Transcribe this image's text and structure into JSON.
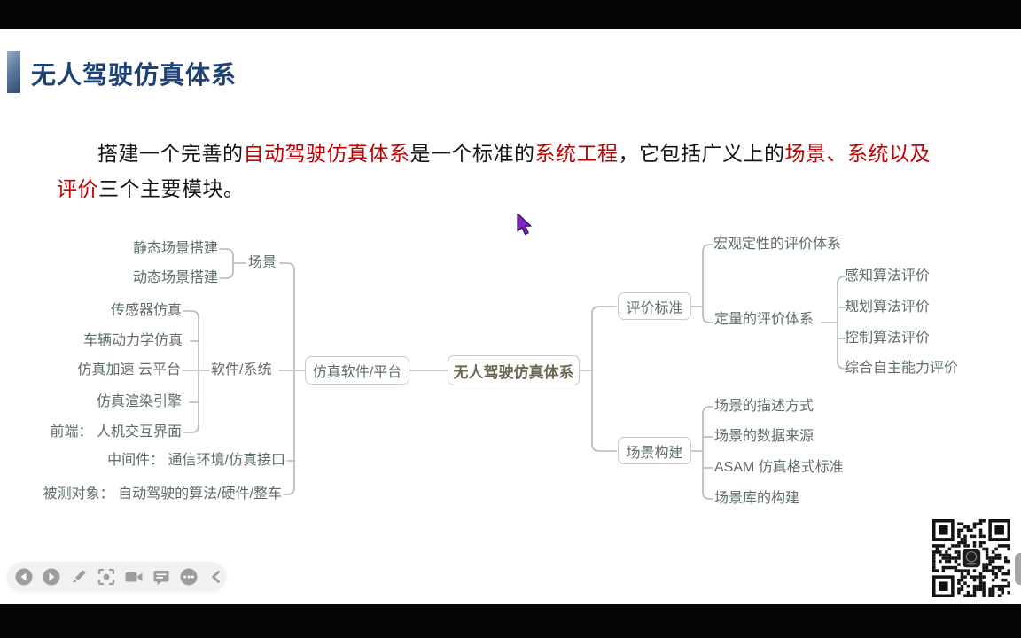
{
  "slide": {
    "title": "无人驾驶仿真体系",
    "intro_segments": [
      {
        "text": "搭建一个完善的",
        "emphasis": false
      },
      {
        "text": "自动驾驶仿真体系",
        "emphasis": true
      },
      {
        "text": "是一个标准的",
        "emphasis": false
      },
      {
        "text": "系统工程",
        "emphasis": true
      },
      {
        "text": "，它包括广义上的",
        "emphasis": false
      },
      {
        "text": "场景、系统以及评价",
        "emphasis": true
      },
      {
        "text": "三个主要模块。",
        "emphasis": false
      }
    ]
  },
  "mindmap": {
    "root": {
      "label": "无人驾驶仿真体系"
    },
    "left": {
      "label": "仿真软件/平台",
      "children": [
        {
          "label": "场景",
          "children": [
            {
              "label": "静态场景搭建"
            },
            {
              "label": "动态场景搭建"
            }
          ]
        },
        {
          "label": "软件/系统",
          "children": [
            {
              "label": "传感器仿真"
            },
            {
              "label": "车辆动力学仿真"
            },
            {
              "label": "仿真加速 云平台"
            },
            {
              "label": "仿真渲染引擎"
            },
            {
              "label": "前端： 人机交互界面"
            }
          ]
        },
        {
          "label": "中间件： 通信环境/仿真接口"
        },
        {
          "label": "被测对象： 自动驾驶的算法/硬件/整车"
        }
      ]
    },
    "right": [
      {
        "label": "评价标准",
        "children": [
          {
            "label": "宏观定性的评价体系"
          },
          {
            "label": "定量的评价体系",
            "children": [
              {
                "label": "感知算法评价"
              },
              {
                "label": "规划算法评价"
              },
              {
                "label": "控制算法评价"
              },
              {
                "label": "综合自主能力评价"
              }
            ]
          }
        ]
      },
      {
        "label": "场景构建",
        "children": [
          {
            "label": "场景的描述方式"
          },
          {
            "label": "场景的数据来源"
          },
          {
            "label": "ASAM 仿真格式标准"
          },
          {
            "label": "场景库的构建"
          }
        ]
      }
    ]
  },
  "colors": {
    "title": "#1e4276",
    "emphasis_red": "#c00000",
    "mindmap_text": "#5d6d64",
    "root_text": "#6e6753",
    "connector": "#b0b9b2"
  },
  "player_toolbar": {
    "buttons": [
      {
        "name": "previous",
        "icon": "prev-circle-icon"
      },
      {
        "name": "next",
        "icon": "next-circle-icon"
      },
      {
        "name": "annotate",
        "icon": "pencil-icon"
      },
      {
        "name": "screenshot",
        "icon": "viewfinder-icon"
      },
      {
        "name": "record",
        "icon": "video-camera-icon"
      },
      {
        "name": "comments",
        "icon": "speech-bubble-icon"
      },
      {
        "name": "more",
        "icon": "ellipsis-circle-icon"
      },
      {
        "name": "collapse",
        "icon": "chevron-left-icon"
      }
    ]
  },
  "badges": {
    "qr_code": "qr-code"
  }
}
